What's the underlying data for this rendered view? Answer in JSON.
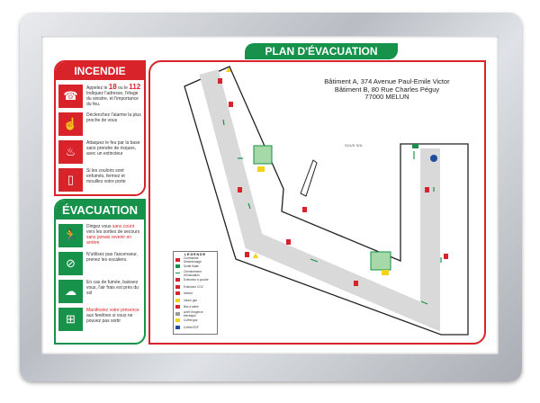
{
  "title": "PLAN D'ÉVACUATION",
  "address": [
    "Bâtiment A, 374 Avenue Paul-Emile Victor",
    "Bâtiment B, 80 Rue Charles Péguy",
    "77000 MELUN"
  ],
  "level_label": "SOUS SOL",
  "incendie": {
    "heading": "INCENDIE",
    "items": [
      {
        "icon": "phone-icon",
        "pre": "Appelez le ",
        "n1": "18",
        "mid": " ou le ",
        "n2": "112",
        "text": "Indiquez l'adresse, l'étage du sinistre, et l'importance du feu."
      },
      {
        "icon": "alarm-button-icon",
        "text": "Déclenchez l'alarme la plus proche de vous"
      },
      {
        "icon": "extinguisher-icon",
        "text": "Attaquez le feu par la base sans prendre de risques, avec un extincteur"
      },
      {
        "icon": "closed-door-icon",
        "text": "Si les couloirs sont enfumés, fermez et mouillez votre porte"
      }
    ]
  },
  "evacuation": {
    "heading": "ÉVACUATION",
    "items": [
      {
        "icon": "running-exit-icon",
        "a": "Dirigez vous ",
        "b": "sans courir",
        "c": " vers les sorties de secours ",
        "d": "sans jamais revenir en arrière"
      },
      {
        "icon": "no-elevator-icon",
        "text": "N'utilisez pas l'ascenseur, prenez les escaliers."
      },
      {
        "icon": "crawl-smoke-icon",
        "text": "En cas de fumée, baissez vous, l'air frais est près du sol"
      },
      {
        "icon": "window-wave-icon",
        "a": "Manifestez votre présence",
        "b": " aux fenêtres si vous ne pouvez pas sortir"
      }
    ]
  },
  "legend": {
    "heading": "LEGENDE",
    "items": [
      {
        "label": "Commande Désenfumage",
        "color": "#d8232a"
      },
      {
        "label": "Sortie finale",
        "color": "#16924a"
      },
      {
        "label": "Cheminement d'évacuation",
        "color": "#16924a"
      },
      {
        "label": "Extincteur à poudre",
        "color": "#d8232a"
      },
      {
        "label": "Extincteur CO2",
        "color": "#d8232a"
      },
      {
        "label": "Alarme",
        "color": "#d8232a"
      },
      {
        "label": "Vanne gaz",
        "color": "#f2d21b"
      },
      {
        "label": "Bac à sable",
        "color": "#d8232a"
      },
      {
        "label": "Arrêt d'urgence électrique",
        "color": "#999999"
      },
      {
        "label": "Coffret gaz",
        "color": "#f2d21b"
      },
      {
        "label": "Coffret EDF",
        "color": "#1f4e9c"
      }
    ]
  },
  "colors": {
    "red": "#d8232a",
    "green": "#16924a",
    "corridor": "#d9d9d9"
  }
}
